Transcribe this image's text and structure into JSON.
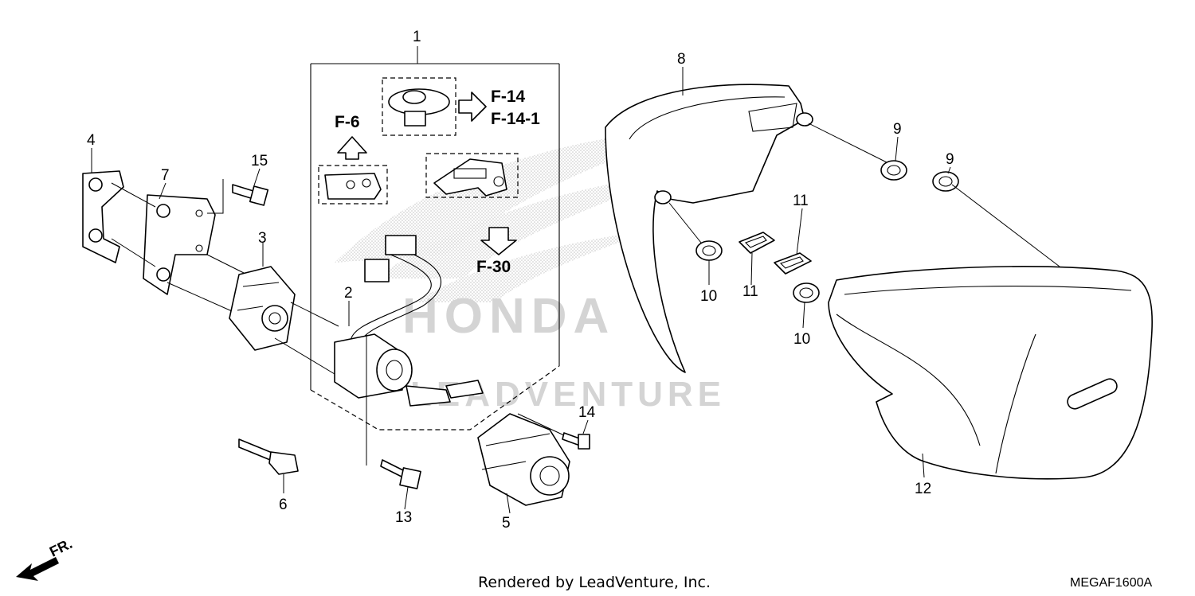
{
  "diagram": {
    "watermark": {
      "brand": "HONDA",
      "site": "LEADVENTURE"
    },
    "callouts": [
      "1",
      "2",
      "3",
      "4",
      "5",
      "6",
      "7",
      "8",
      "9",
      "9",
      "10",
      "10",
      "11",
      "11",
      "12",
      "13",
      "14",
      "15"
    ],
    "references": [
      "F-6",
      "F-14",
      "F-14-1",
      "F-30"
    ],
    "direction_label": "FR.",
    "footer_text": "Rendered by LeadVenture, Inc.",
    "diagram_code": "MEGAF1600A"
  }
}
